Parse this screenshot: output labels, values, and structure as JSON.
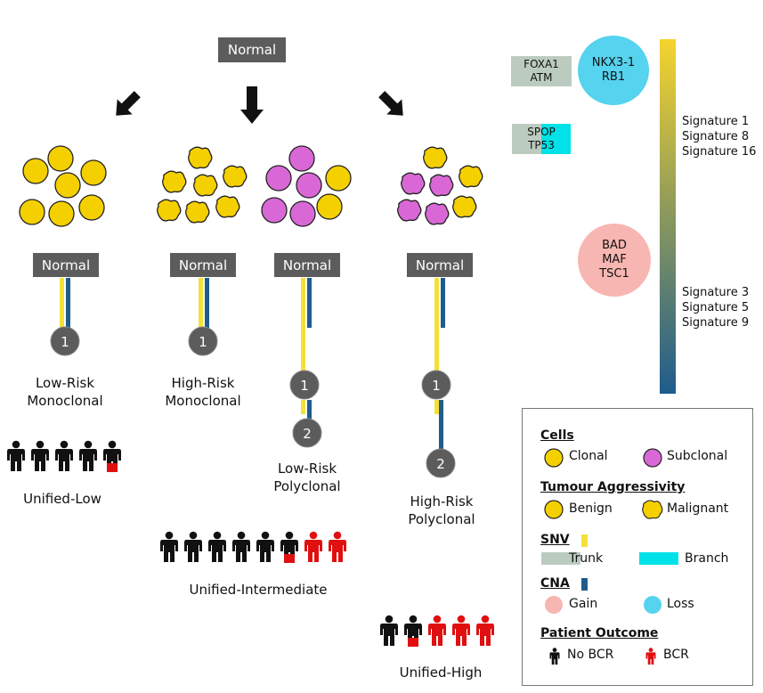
{
  "top_node": "Normal",
  "branch_nodes": [
    "Normal",
    "Normal",
    "Normal",
    "Normal"
  ],
  "subtypes": [
    {
      "name": "Low-Risk\nMonoclonal"
    },
    {
      "name": "High-Risk\nMonoclonal"
    },
    {
      "name": "Low-Risk\nPolyclonal"
    },
    {
      "name": "High-Risk\nPolyclonal"
    }
  ],
  "clone_labels": {
    "one": "1",
    "two": "2"
  },
  "groups": [
    {
      "name": "Unified-Low",
      "no_bcr": 4,
      "bcr": 1
    },
    {
      "name": "Unified-Intermediate",
      "no_bcr": 6,
      "bcr": 2
    },
    {
      "name": "Unified-High",
      "no_bcr": 2,
      "bcr": 3
    }
  ],
  "genes": {
    "trunk_snv": "FOXA1\nATM",
    "branch_snv": "SPOP\nTP53",
    "loss": "NKX3-1\nRB1",
    "gain": "BAD\nMAF\nTSC1"
  },
  "signatures": {
    "top": "Signature 1\nSignature 8\nSignature 16",
    "bottom": "Signature 3\nSignature 5\nSignature 9"
  },
  "legend": {
    "cells_title": "Cells",
    "clonal": "Clonal",
    "subclonal": "Subclonal",
    "aggr_title": "Tumour Aggressivity",
    "benign": "Benign",
    "malignant": "Malignant",
    "snv_title": "SNV",
    "trunk": "Trunk",
    "branch": "Branch",
    "cna_title": "CNA",
    "gain": "Gain",
    "loss": "Loss",
    "outcome_title": "Patient Outcome",
    "no_bcr": "No BCR",
    "bcr": "BCR"
  },
  "colors": {
    "clonal": "#f5d000",
    "subclonal": "#d968d6",
    "snv": "#f5e03a",
    "cna": "#1f5c8c",
    "trunk": "#bccbbf",
    "branch": "#00e1e8",
    "gain": "#f8b6b2",
    "loss": "#55d3ef",
    "no_bcr": "#111111",
    "bcr": "#e01010",
    "node": "#5c5c5c"
  }
}
